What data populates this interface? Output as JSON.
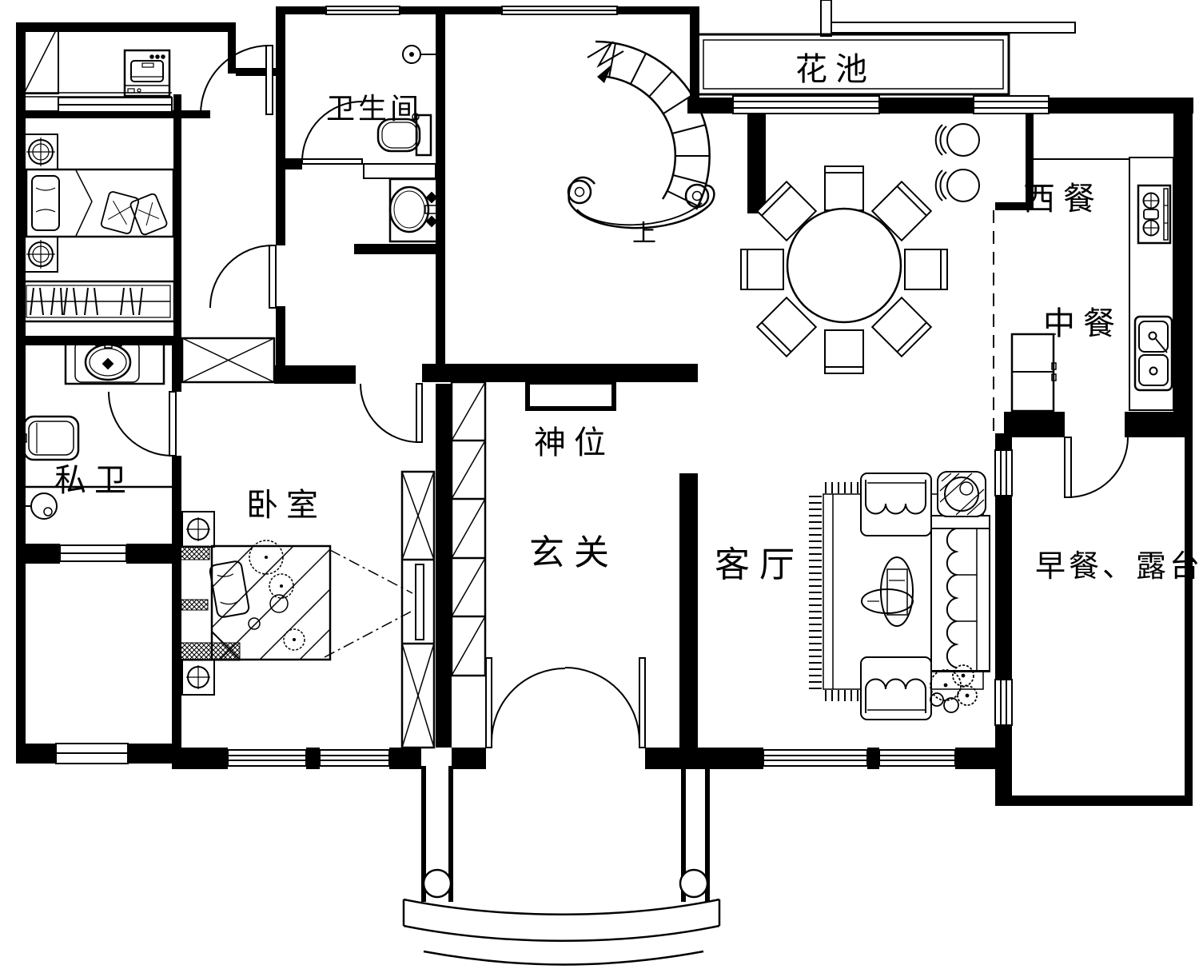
{
  "drawing": {
    "type": "residential floor plan",
    "line_color": "#000000",
    "background_color": "#ffffff"
  },
  "rooms": {
    "bathroom": {
      "label": "卫生间"
    },
    "flower_bed": {
      "label": "花池"
    },
    "western_dining": {
      "label": "西餐"
    },
    "chinese_dining": {
      "label": "中餐"
    },
    "stairs": {
      "label": "上"
    },
    "private_bath": {
      "label": "私卫"
    },
    "bedroom": {
      "label": "卧室"
    },
    "shrine": {
      "label": "神位"
    },
    "foyer": {
      "label": "玄关"
    },
    "living_room": {
      "label": "客厅"
    },
    "breakfast_terrace": {
      "label": "早餐、露台"
    }
  }
}
